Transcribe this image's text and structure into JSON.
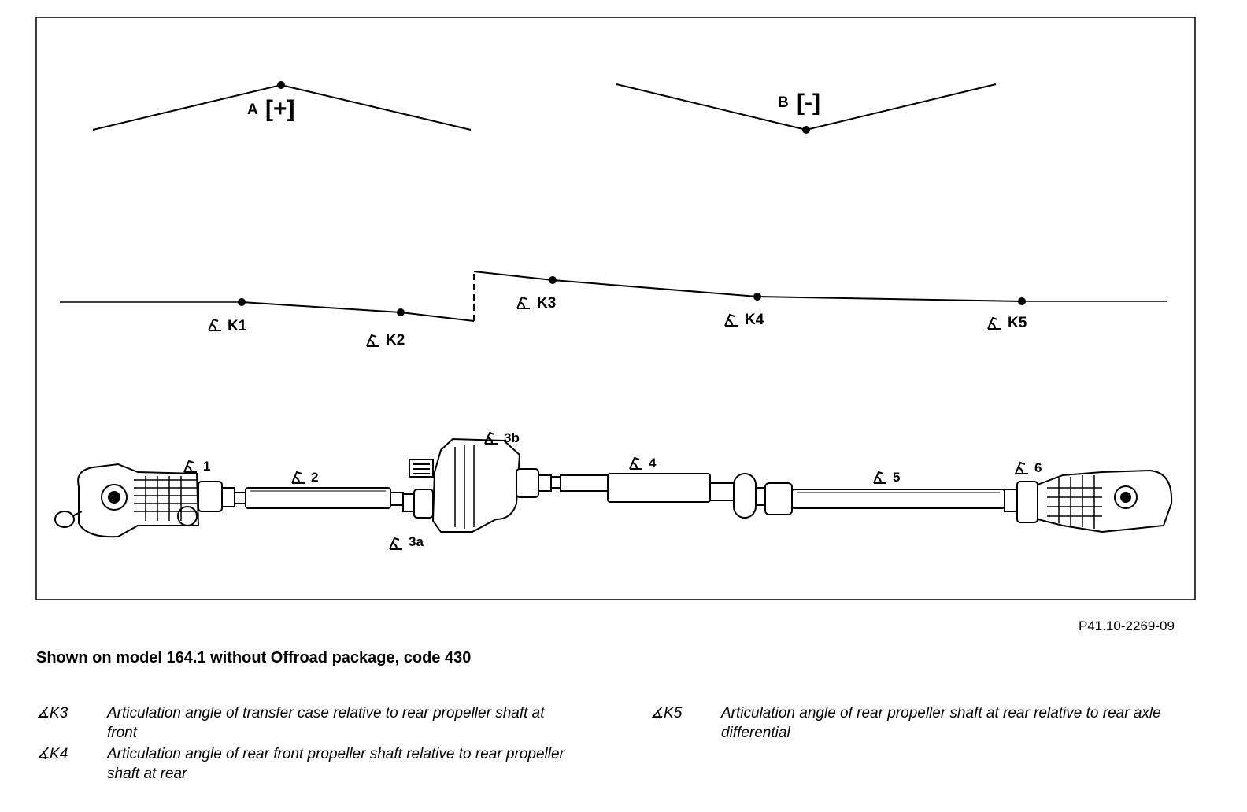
{
  "figure": {
    "reference": "P41.10-2269-09",
    "caption": "Shown on model 164.1 without Offroad package, code 430"
  },
  "diagram": {
    "label_a": "A",
    "label_a_sign": "[+]",
    "label_b": "B",
    "label_b_sign": "[-]",
    "angle_symbol": "∡",
    "k_labels": [
      "K1",
      "K2",
      "K3",
      "K4",
      "K5"
    ],
    "joint_labels": [
      "1",
      "2",
      "3a",
      "3b",
      "4",
      "5",
      "6"
    ]
  },
  "legend": [
    {
      "symbol": "∡K3",
      "text": "Articulation angle of transfer case relative to rear propeller shaft at front"
    },
    {
      "symbol": "∡K4",
      "text": "Articulation angle of rear front propeller shaft relative to rear propeller shaft at rear"
    },
    {
      "symbol": "∡K5",
      "text": "Articulation angle of rear propeller shaft at rear relative to rear axle differential"
    }
  ]
}
